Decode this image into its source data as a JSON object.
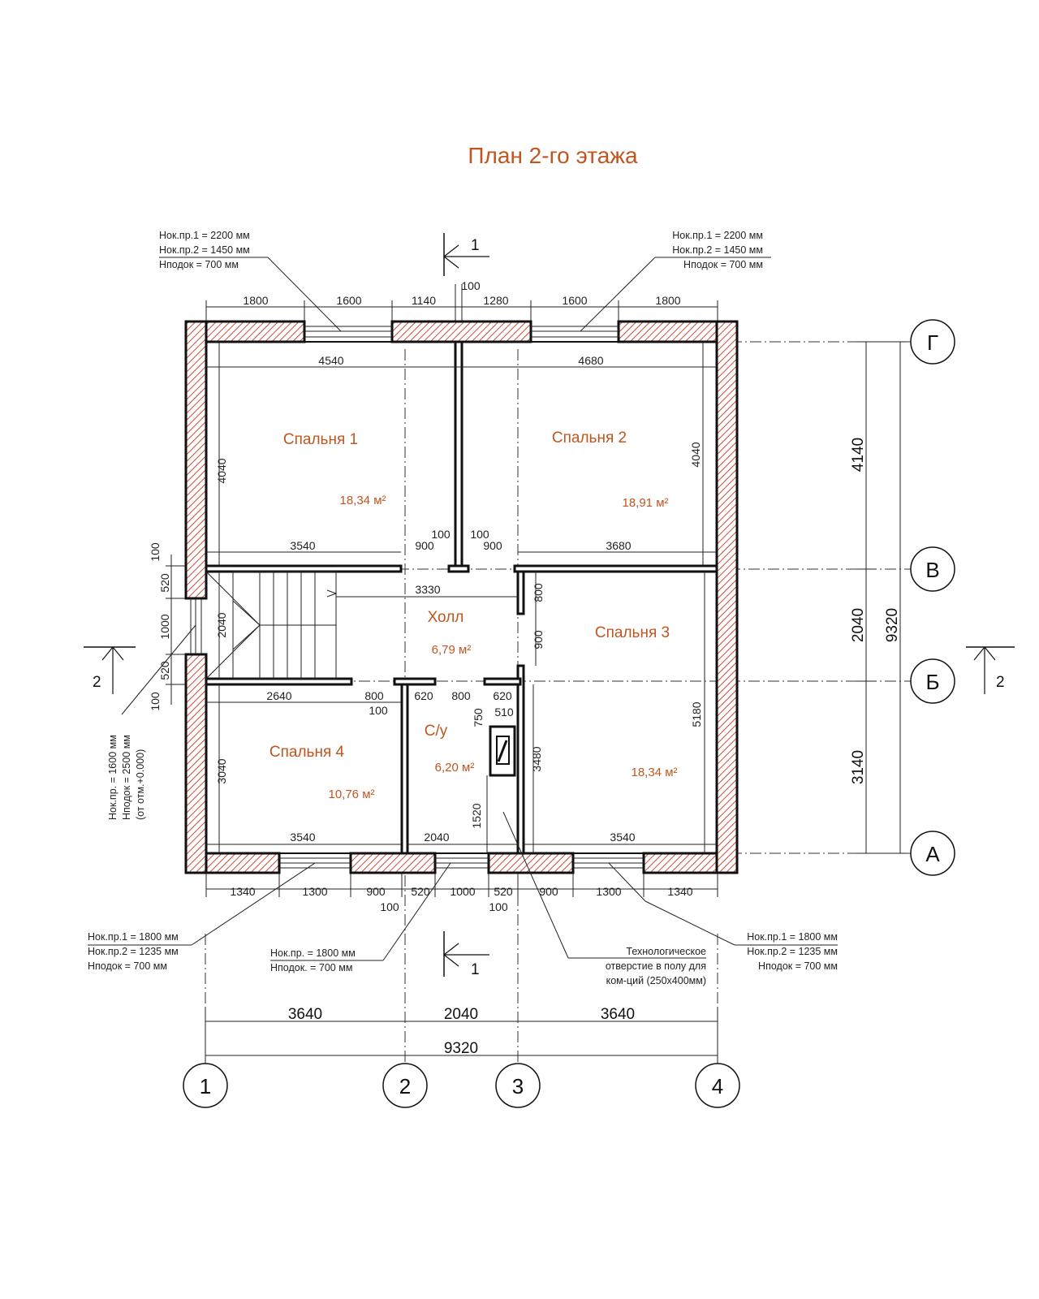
{
  "title": "План 2-го этажа",
  "axes": {
    "vertical": [
      "1",
      "2",
      "3",
      "4"
    ],
    "horizontal": [
      "Г",
      "В",
      "Б",
      "А"
    ]
  },
  "section_marks": {
    "s1": "1",
    "s2": "2"
  },
  "rooms": [
    {
      "name": "Спальня 1",
      "area": "18,34 м²"
    },
    {
      "name": "Спальня 2",
      "area": "18,91 м²"
    },
    {
      "name": "Холл",
      "area": "6,79 м²"
    },
    {
      "name": "Спальня 3",
      "area": "18,34 м²"
    },
    {
      "name": "Спальня 4",
      "area": "10,76 м²"
    },
    {
      "name": "С/у",
      "area": "6,20 м²"
    }
  ],
  "window_notes": {
    "top_left": [
      "Нок.пр.1 = 2200 мм",
      "Нок.пр.2 = 1450 мм",
      "Нподок = 700 мм"
    ],
    "top_right": [
      "Нок.пр.1 = 2200 мм",
      "Нок.пр.2 = 1450 мм",
      "Нподок = 700 мм"
    ],
    "bottom_left": [
      "Нок.пр.1 = 1800 мм",
      "Нок.пр.2 = 1235 мм",
      "Нподок = 700 мм"
    ],
    "bottom_mid": [
      "Нок.пр. = 1800 мм",
      "Нподок. = 700 мм"
    ],
    "bottom_right": [
      "Нок.пр.1 = 1800 мм",
      "Нок.пр.2 = 1235 мм",
      "Нподок = 700 мм"
    ],
    "left_vertical": [
      "Нок.пр. = 1600 мм",
      "Нподок = 2500 мм",
      "(от отм.+0.000)"
    ]
  },
  "tech_note": [
    "Технологическое",
    "отверстие в полу для",
    "ком-ций (250х400мм)"
  ],
  "dims": {
    "top_chain": [
      "1800",
      "1600",
      "1140",
      "100",
      "1280",
      "1600",
      "1800"
    ],
    "inner_top": [
      "4540",
      "4680"
    ],
    "side_heights": [
      "4040",
      "4040"
    ],
    "mid_row": [
      "3540",
      "900",
      "100",
      "100",
      "900",
      "3680"
    ],
    "hall": [
      "3330",
      "2040",
      "800",
      "900"
    ],
    "left_chain": [
      "100",
      "520",
      "1000",
      "520",
      "100"
    ],
    "lower_row": [
      "2640",
      "800",
      "100",
      "620",
      "800",
      "620",
      "750",
      "510"
    ],
    "lower_heights": [
      "3040",
      "3480",
      "5180",
      "1520"
    ],
    "bottom_inner": [
      "3540",
      "2040",
      "3540"
    ],
    "bottom_chain": [
      "1340",
      "1300",
      "900",
      "520",
      "1000",
      "520",
      "900",
      "1300",
      "1340"
    ],
    "bottom_small": [
      "100",
      "100"
    ],
    "totals_x": [
      "3640",
      "2040",
      "3640",
      "9320"
    ],
    "totals_y": [
      "4140",
      "2040",
      "3140",
      "9320"
    ]
  }
}
